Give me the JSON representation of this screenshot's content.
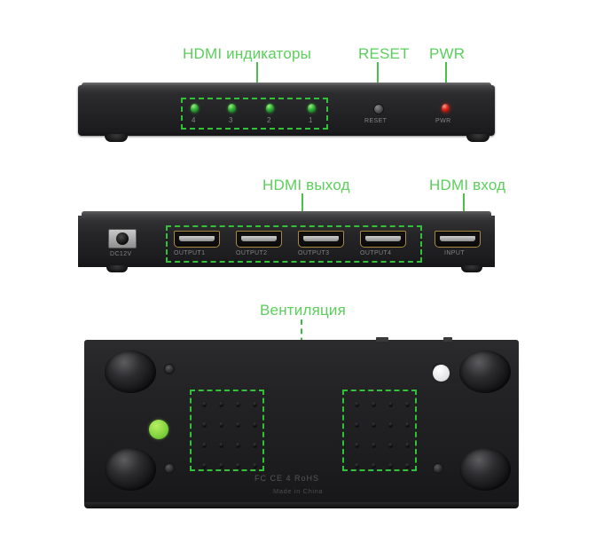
{
  "annotations": {
    "hdmi_indicators": "HDMI индикаторы",
    "reset": "RESET",
    "pwr": "PWR",
    "hdmi_output": "HDMI выход",
    "hdmi_input": "HDMI вход",
    "ventilation": "Вентиляция"
  },
  "colors": {
    "annotation_green": "#5ad05a",
    "dashed_box_green": "#34c13a",
    "leader_green": "#49c04a",
    "led_green": "#39b53c",
    "led_red": "#d6261c",
    "chassis_black": "#242426",
    "sticker_green": "#7fd23c",
    "background": "#ffffff"
  },
  "front_panel": {
    "led_labels": [
      "4",
      "3",
      "2",
      "1"
    ],
    "reset_label": "RESET",
    "power_label": "PWR",
    "led_count": 4
  },
  "rear_panel": {
    "power_label": "DC12V",
    "output_ports": [
      "OUTPUT1",
      "OUTPUT2",
      "OUTPUT3",
      "OUTPUT4"
    ],
    "input_port": "INPUT"
  },
  "bottom_panel": {
    "cert_marks": "FC CE 4 RoHS",
    "made_in": "Made in China",
    "vent_grid_rows": 4,
    "vent_grid_cols": 4,
    "vent_grid_count": 2,
    "rubber_feet": 4,
    "screws": 4
  }
}
